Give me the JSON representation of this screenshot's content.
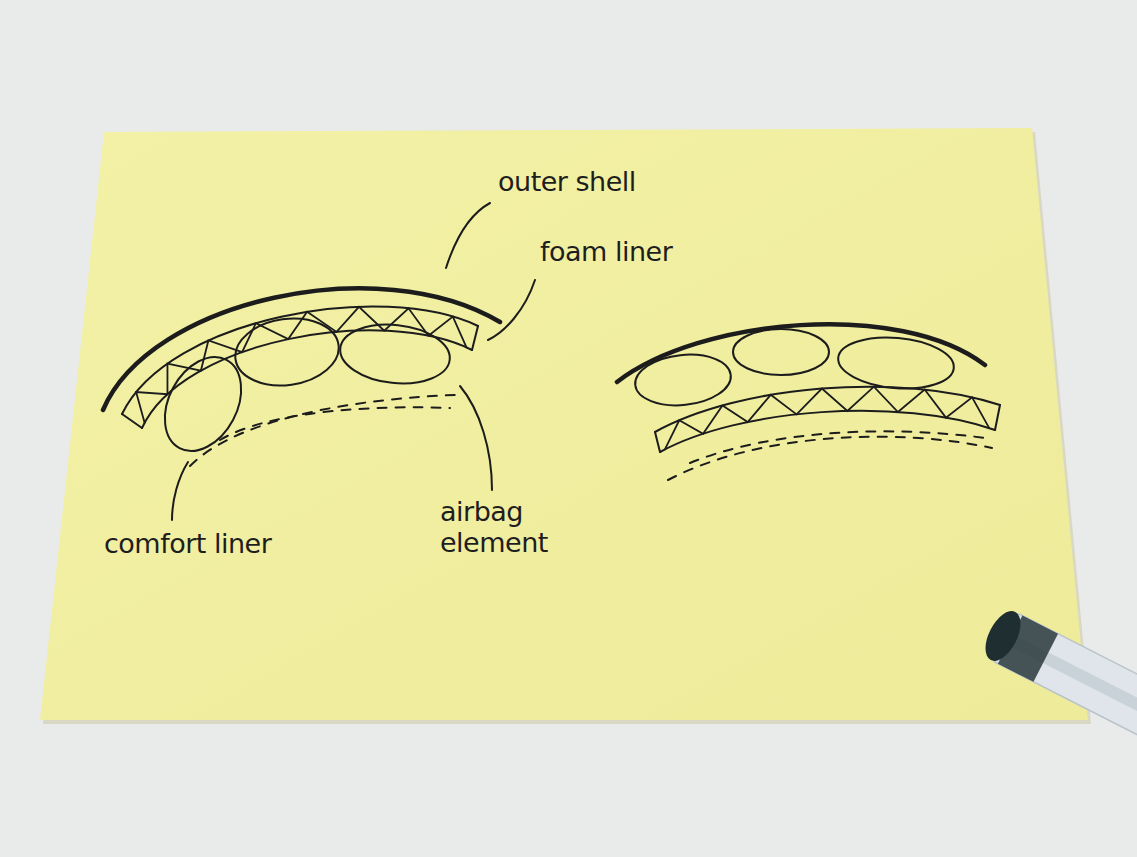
{
  "diagram": {
    "labels": [
      "outer shell",
      "foam liner",
      "comfort liner",
      "airbag element"
    ]
  }
}
